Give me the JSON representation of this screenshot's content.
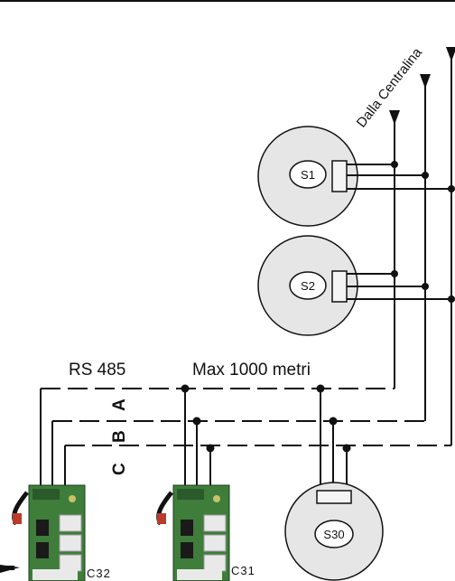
{
  "labels": {
    "source": "Dalla Centralina",
    "bus": "RS 485",
    "distance": "Max 1000 metri",
    "wire_a": "A",
    "wire_b": "B",
    "wire_c": "C"
  },
  "sensors": [
    {
      "id": "S1"
    },
    {
      "id": "S2"
    },
    {
      "id": "S30"
    }
  ],
  "controllers": [
    {
      "id": "C32"
    },
    {
      "id": "C31"
    }
  ],
  "colors": {
    "line": "#111111",
    "sensor_fill": "#e6e6e6",
    "board_green": "#3f7d3a",
    "relay_white": "#e9e9e9"
  }
}
